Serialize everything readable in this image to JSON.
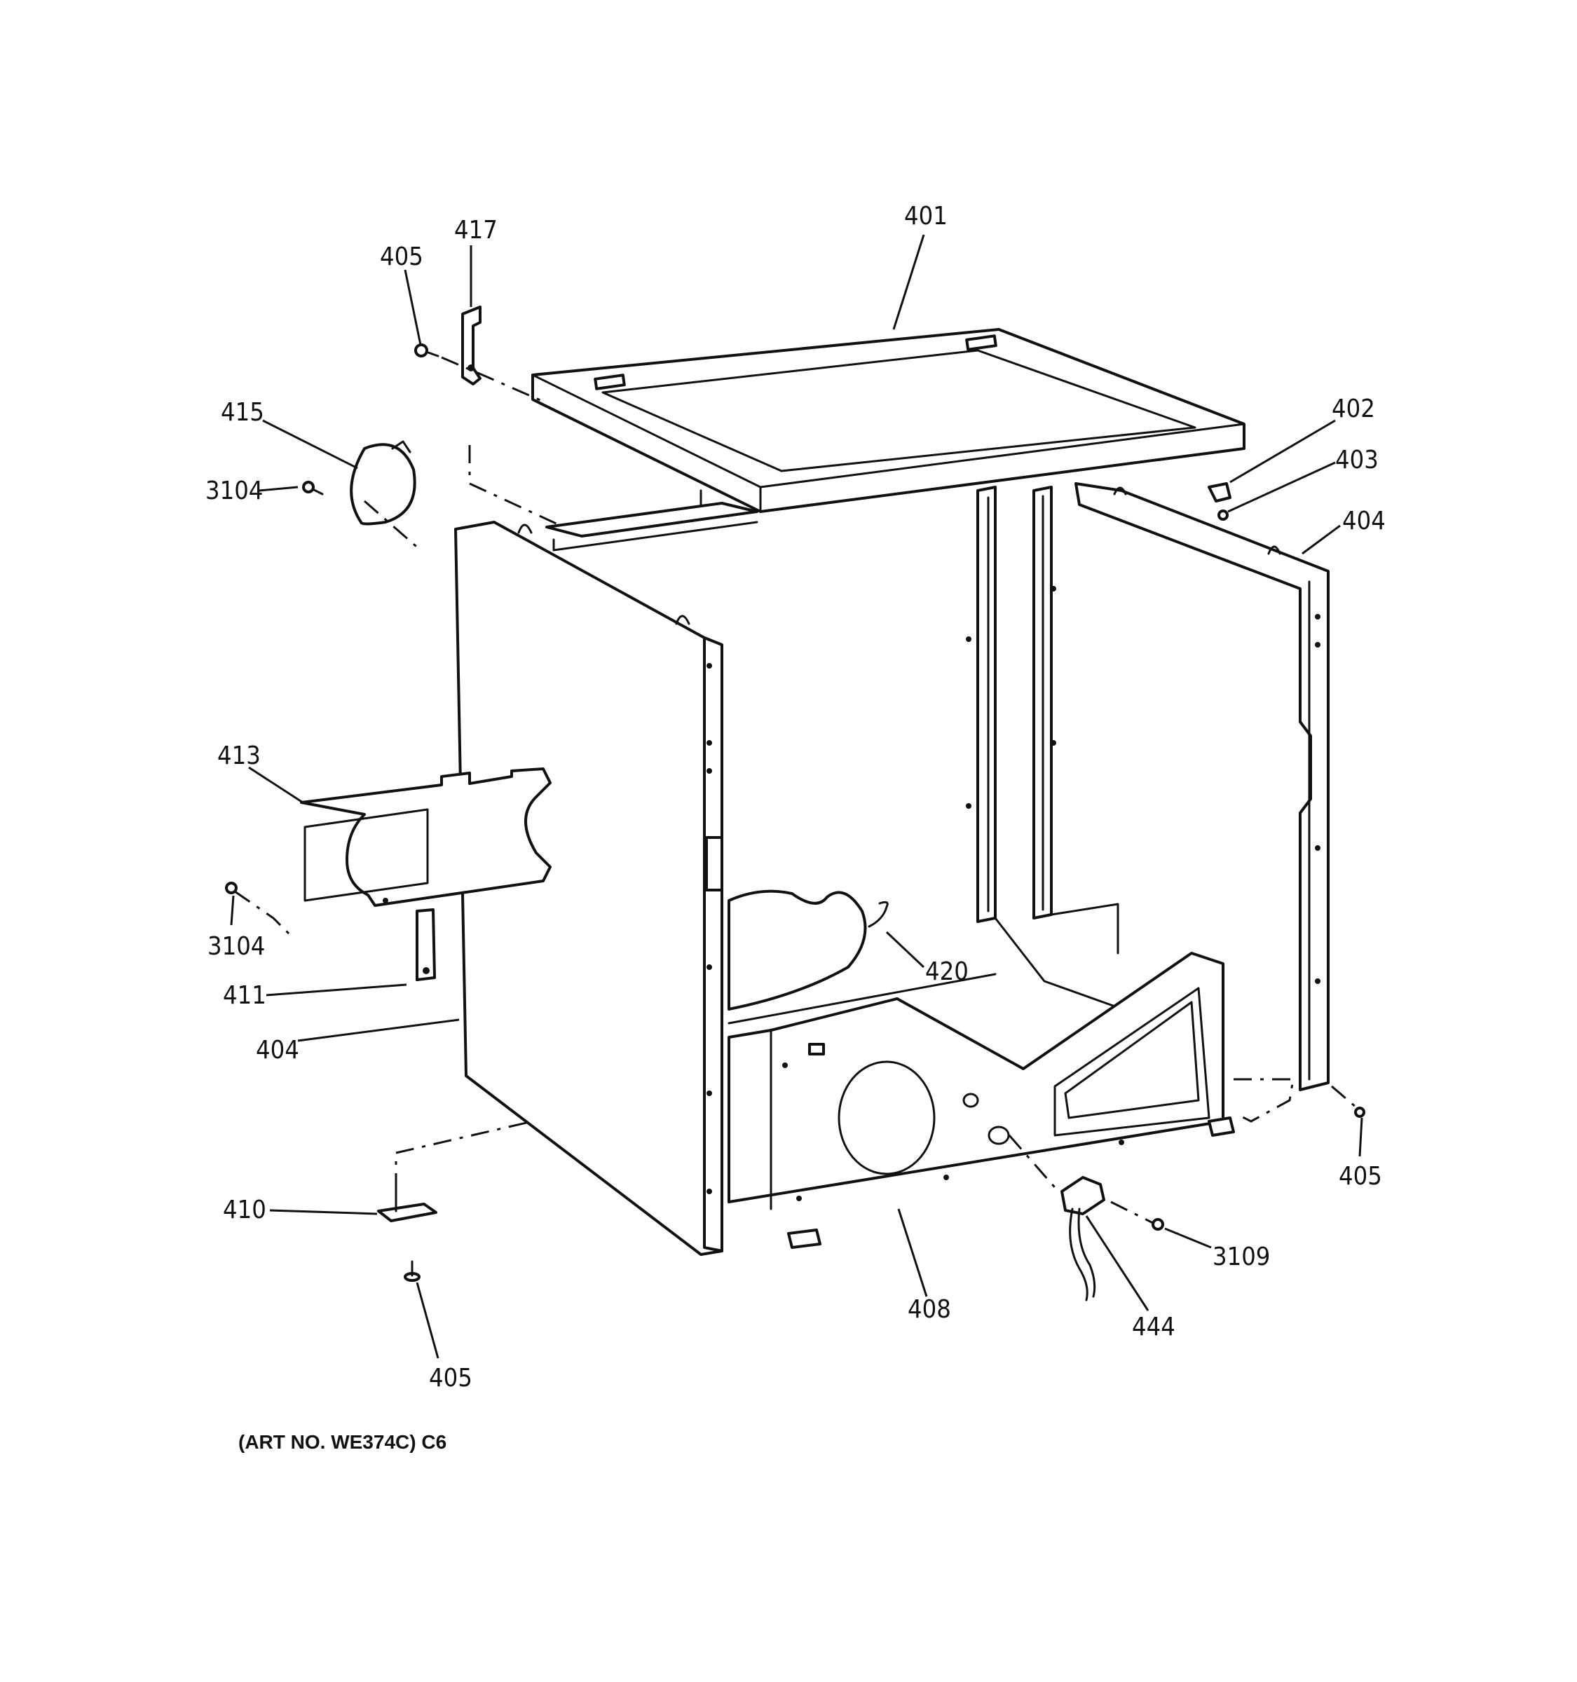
{
  "callouts": {
    "c401": "401",
    "c402": "402",
    "c403": "403",
    "c404_right": "404",
    "c404_left": "404",
    "c405_top": "405",
    "c405_right": "405",
    "c405_bottom": "405",
    "c408": "408",
    "c410": "410",
    "c411": "411",
    "c413": "413",
    "c415": "415",
    "c417": "417",
    "c420": "420",
    "c444": "444",
    "c3104_top": "3104",
    "c3104_bottom": "3104",
    "c3109": "3109"
  },
  "footer": {
    "art_number": "(ART NO. WE374C) C6"
  }
}
